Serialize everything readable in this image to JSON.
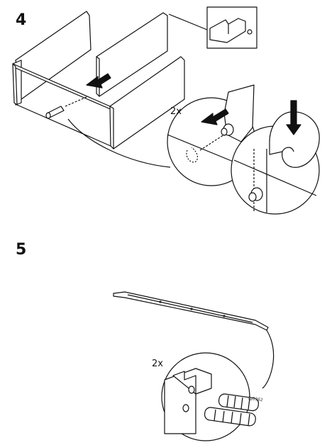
{
  "steps": [
    {
      "number": "4",
      "quantity": "2x"
    },
    {
      "number": "5",
      "quantity": "2x"
    }
  ],
  "part_code": "lg0362",
  "colors": {
    "line": "#111111",
    "fill": "#ffffff",
    "arrow": "#111111"
  }
}
